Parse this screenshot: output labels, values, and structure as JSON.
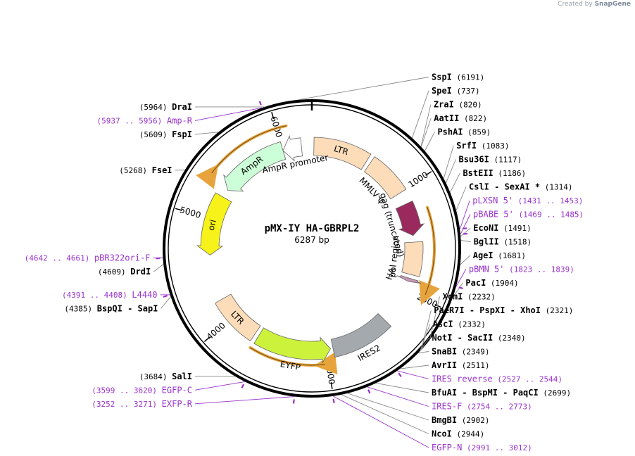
{
  "watermark": {
    "prefix": "Created by",
    "brand": "SnapGene"
  },
  "plasmid": {
    "name": "pMX-IY HA-GBRPL2",
    "size_label": "6287 bp",
    "length": 6287
  },
  "ticks": [
    {
      "pos": 0,
      "label": ""
    },
    {
      "pos": 1000,
      "label": "1000"
    },
    {
      "pos": 2000,
      "label": "2000"
    },
    {
      "pos": 3000,
      "label": "3000"
    },
    {
      "pos": 4000,
      "label": "4000"
    },
    {
      "pos": 5000,
      "label": "5000"
    },
    {
      "pos": 6000,
      "label": "6000"
    }
  ],
  "features": [
    {
      "name": "LTR",
      "start": 20,
      "end": 560,
      "dir": "none",
      "color": "#fddcb9"
    },
    {
      "name": "MMLV ψ",
      "start": 600,
      "end": 1010,
      "dir": "none",
      "color": "#fddcb9"
    },
    {
      "name": "gag (truncated)",
      "start": 1130,
      "end": 1445,
      "dir": "fwd",
      "color": "#9a2a5e"
    },
    {
      "name": "pol region",
      "start": 1510,
      "end": 1830,
      "dir": "none",
      "color": "#fddcb9"
    },
    {
      "name": "HA",
      "start": 1868,
      "end": 1902,
      "dir": "fwd",
      "color": "#c697b4"
    },
    {
      "name": "IRES2",
      "start": 2350,
      "end": 2935,
      "dir": "none",
      "color": "#a4a9ad"
    },
    {
      "name": "EYFP",
      "start": 2960,
      "end": 3690,
      "dir": "rev",
      "color": "#ccf23c"
    },
    {
      "name": "LTR",
      "start": 3730,
      "end": 4200,
      "dir": "none",
      "color": "#fddcb9"
    },
    {
      "name": "ori",
      "start": 4650,
      "end": 5240,
      "dir": "rev",
      "color": "#f6f21a"
    },
    {
      "name": "AmpR",
      "start": 5320,
      "end": 6000,
      "dir": "rev",
      "color": "#ccffd7"
    },
    {
      "name": "AmpR promoter",
      "start": 6000,
      "end": 6185,
      "dir": "rev",
      "color": "#ffffff"
    }
  ],
  "orfs": [
    {
      "start": 1230,
      "end": 1960,
      "dir": "fwd"
    },
    {
      "start": 3030,
      "end": 3700,
      "dir": "rev"
    },
    {
      "start": 5360,
      "end": 6080,
      "dir": "rev"
    }
  ],
  "sites": [
    {
      "name": "DraI",
      "pos": 5964,
      "pos_label": "(5964)",
      "side": "left"
    },
    {
      "name": "SspI",
      "pos": 6191,
      "pos_label": "(6191)",
      "side": "right"
    },
    {
      "name": "SpeI",
      "pos": 737,
      "pos_label": "(737)",
      "side": "right"
    },
    {
      "name": "ZraI",
      "pos": 820,
      "pos_label": "(820)",
      "side": "right"
    },
    {
      "name": "AatII",
      "pos": 822,
      "pos_label": "(822)",
      "side": "right"
    },
    {
      "name": "PshAI",
      "pos": 859,
      "pos_label": "(859)",
      "side": "right"
    },
    {
      "name": "SrfI",
      "pos": 1083,
      "pos_label": "(1083)",
      "side": "right"
    },
    {
      "name": "Bsu36I",
      "pos": 1117,
      "pos_label": "(1117)",
      "side": "right"
    },
    {
      "name": "BstEII",
      "pos": 1186,
      "pos_label": "(1186)",
      "side": "right"
    },
    {
      "name": "CslI - SexAI *",
      "pos": 1314,
      "pos_label": "(1314)",
      "side": "right"
    },
    {
      "name": "EcoNI",
      "pos": 1491,
      "pos_label": "(1491)",
      "side": "right"
    },
    {
      "name": "BglII",
      "pos": 1518,
      "pos_label": "(1518)",
      "side": "right"
    },
    {
      "name": "AgeI",
      "pos": 1681,
      "pos_label": "(1681)",
      "side": "right"
    },
    {
      "name": "PacI",
      "pos": 1904,
      "pos_label": "(1904)",
      "side": "right"
    },
    {
      "name": "XcmI",
      "pos": 2232,
      "pos_label": "(2232)",
      "side": "right"
    },
    {
      "name": "PaeR7I - PspXI - XhoI",
      "pos": 2321,
      "pos_label": "(2321)",
      "side": "right"
    },
    {
      "name": "AscI",
      "pos": 2332,
      "pos_label": "(2332)",
      "side": "right"
    },
    {
      "name": "NotI - SacII",
      "pos": 2340,
      "pos_label": "(2340)",
      "side": "right"
    },
    {
      "name": "SnaBI",
      "pos": 2349,
      "pos_label": "(2349)",
      "side": "right"
    },
    {
      "name": "AvrII",
      "pos": 2511,
      "pos_label": "(2511)",
      "side": "right"
    },
    {
      "name": "BfuAI - BspMI - PaqCI",
      "pos": 2699,
      "pos_label": "(2699)",
      "side": "right"
    },
    {
      "name": "BmgBI",
      "pos": 2902,
      "pos_label": "(2902)",
      "side": "right"
    },
    {
      "name": "NcoI",
      "pos": 2944,
      "pos_label": "(2944)",
      "side": "right"
    },
    {
      "name": "SalI",
      "pos": 3684,
      "pos_label": "(3684)",
      "side": "left"
    },
    {
      "name": "BspQI - SapI",
      "pos": 4385,
      "pos_label": "(4385)",
      "side": "left"
    },
    {
      "name": "DrdI",
      "pos": 4609,
      "pos_label": "(4609)",
      "side": "left"
    },
    {
      "name": "FseI",
      "pos": 5268,
      "pos_label": "(5268)",
      "side": "left"
    },
    {
      "name": "FspI",
      "pos": 5609,
      "pos_label": "(5609)",
      "side": "left"
    }
  ],
  "primers": [
    {
      "name": "Amp-R",
      "range": "(5937 .. 5956)",
      "pos": 5946,
      "side": "left"
    },
    {
      "name": "pLXSN 5'",
      "range": "(1431 .. 1453)",
      "pos": 1442,
      "side": "right"
    },
    {
      "name": "pBABE 5'",
      "range": "(1469 .. 1485)",
      "pos": 1477,
      "side": "right"
    },
    {
      "name": "pBMN 5'",
      "range": "(1823 .. 1839)",
      "pos": 1831,
      "side": "right"
    },
    {
      "name": "IRES reverse",
      "range": "(2527 .. 2544)",
      "pos": 2535,
      "side": "right"
    },
    {
      "name": "IRES-F",
      "range": "(2754 .. 2773)",
      "pos": 2763,
      "side": "right"
    },
    {
      "name": "EGFP-N",
      "range": "(2991 .. 3012)",
      "pos": 3001,
      "side": "right"
    },
    {
      "name": "EXFP-R",
      "range": "(3252 .. 3271)",
      "pos": 3261,
      "side": "left"
    },
    {
      "name": "EGFP-C",
      "range": "(3599 .. 3620)",
      "pos": 3609,
      "side": "left"
    },
    {
      "name": "L4440",
      "range": "(4391 .. 4408)",
      "pos": 4399,
      "side": "left"
    },
    {
      "name": "pBR322ori-F",
      "range": "(4642 .. 4661)",
      "pos": 4651,
      "side": "left"
    }
  ]
}
